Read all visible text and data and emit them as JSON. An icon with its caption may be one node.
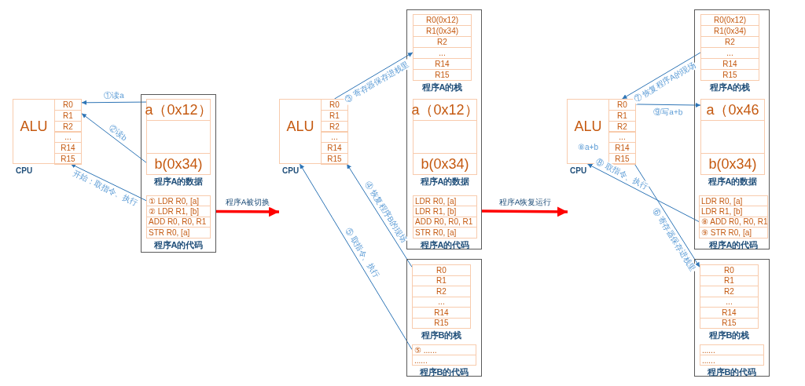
{
  "diagram": {
    "nodes": [
      {
        "text": [
          "ALU"
        ],
        "beside": [
          "CPU"
        ]
      },
      {
        "text": [
          "R0"
        ],
        "in": 0
      },
      {
        "text": [
          "R1"
        ],
        "in": 0
      },
      {
        "text": [
          "R2"
        ],
        "in": 0
      },
      {
        "text": [
          "..."
        ],
        "in": 0
      },
      {
        "text": [
          "R14"
        ],
        "in": 0
      },
      {
        "text": [
          "R15"
        ],
        "in": 0
      },
      {
        "text": [],
        "shape": "box"
      },
      {
        "text": [
          "程序A的数据"
        ],
        "in": 7
      },
      {
        "text": [
          "a（0x12）"
        ],
        "in": 8
      },
      {
        "text": [],
        "shape": "box",
        "in": 8
      },
      {
        "text": [
          "b(0x34)"
        ],
        "in": 8
      },
      {
        "text": [
          "程序A的代码"
        ],
        "in": 7
      },
      {
        "text": [
          "① LDR R0, [a]"
        ],
        "in": 12
      },
      {
        "text": [
          "② LDR R1, [b]"
        ],
        "in": 12
      },
      {
        "text": [
          "ADD R0, R0, R1"
        ],
        "in": 12
      },
      {
        "text": [
          "STR R0, [a]"
        ],
        "in": 12
      },
      {
        "text": [
          "ALU"
        ],
        "beside": [
          "CPU"
        ]
      },
      {
        "text": [
          "R0"
        ],
        "in": 17
      },
      {
        "text": [
          "R1"
        ],
        "in": 17
      },
      {
        "text": [
          "R2"
        ],
        "in": 17
      },
      {
        "text": [
          "..."
        ],
        "in": 17
      },
      {
        "text": [
          "R14"
        ],
        "in": 17
      },
      {
        "text": [
          "R15"
        ],
        "in": 17
      },
      {
        "text": [],
        "shape": "box"
      },
      {
        "text": [
          "程序A的栈"
        ],
        "in": 24
      },
      {
        "text": [
          "R0(0x12)"
        ],
        "in": 25
      },
      {
        "text": [
          "R1(0x34)"
        ],
        "in": 25
      },
      {
        "text": [
          "R2"
        ],
        "in": 25
      },
      {
        "text": [
          "..."
        ],
        "in": 25
      },
      {
        "text": [
          "R14"
        ],
        "in": 25
      },
      {
        "text": [
          "R15"
        ],
        "in": 25
      },
      {
        "text": [
          "程序A的数据"
        ],
        "in": 24
      },
      {
        "text": [
          "a（0x12）"
        ],
        "in": 32
      },
      {
        "text": [],
        "shape": "box",
        "in": 32
      },
      {
        "text": [
          "b(0x34)"
        ],
        "in": 32
      },
      {
        "text": [
          "程序A的代码"
        ],
        "in": 24
      },
      {
        "text": [
          "LDR R0, [a]"
        ],
        "in": 36
      },
      {
        "text": [
          "LDR R1, [b]"
        ],
        "in": 36
      },
      {
        "text": [
          "ADD R0, R0, R1"
        ],
        "in": 36
      },
      {
        "text": [
          "STR R0, [a]"
        ],
        "in": 36
      },
      {
        "text": [],
        "shape": "box"
      },
      {
        "text": [
          "程序B的栈"
        ],
        "in": 41
      },
      {
        "text": [
          "R0"
        ],
        "in": 42
      },
      {
        "text": [
          "R1"
        ],
        "in": 42
      },
      {
        "text": [
          "R2"
        ],
        "in": 42
      },
      {
        "text": [
          "..."
        ],
        "in": 42
      },
      {
        "text": [
          "R14"
        ],
        "in": 42
      },
      {
        "text": [
          "R15"
        ],
        "in": 42
      },
      {
        "text": [
          "程序B的代码"
        ],
        "in": 41
      },
      {
        "text": [
          "⑤ ......"
        ],
        "in": 49
      },
      {
        "text": [
          "......"
        ],
        "in": 49
      },
      {
        "text": [
          "ALU",
          "⑧a+b"
        ],
        "beside": [
          "CPU"
        ]
      },
      {
        "text": [
          "R0"
        ],
        "in": 52
      },
      {
        "text": [
          "R1"
        ],
        "in": 52
      },
      {
        "text": [
          "R2"
        ],
        "in": 52
      },
      {
        "text": [
          "..."
        ],
        "in": 52
      },
      {
        "text": [
          "R14"
        ],
        "in": 52
      },
      {
        "text": [
          "R15"
        ],
        "in": 52
      },
      {
        "text": [],
        "shape": "box"
      },
      {
        "text": [
          "程序A的栈"
        ],
        "in": 59
      },
      {
        "text": [
          "R0(0x12)"
        ],
        "in": 60
      },
      {
        "text": [
          "R1(0x34)"
        ],
        "in": 60
      },
      {
        "text": [
          "R2"
        ],
        "in": 60
      },
      {
        "text": [
          "..."
        ],
        "in": 60
      },
      {
        "text": [
          "R14"
        ],
        "in": 60
      },
      {
        "text": [
          "R15"
        ],
        "in": 60
      },
      {
        "text": [
          "程序A的数据"
        ],
        "in": 59
      },
      {
        "text": [
          "a（0x46"
        ],
        "in": 67
      },
      {
        "text": [],
        "shape": "box",
        "in": 67
      },
      {
        "text": [
          "b(0x34)"
        ],
        "in": 67
      },
      {
        "text": [
          "程序A的代码"
        ],
        "in": 59
      },
      {
        "text": [
          "LDR R0, [a]"
        ],
        "in": 71
      },
      {
        "text": [
          "LDR R1, [b]"
        ],
        "in": 71
      },
      {
        "text": [
          "⑧ ADD R0, R0, R1"
        ],
        "in": 71
      },
      {
        "text": [
          "⑨ STR R0, [a]"
        ],
        "in": 71
      },
      {
        "text": [],
        "shape": "box"
      },
      {
        "text": [
          "程序B的栈"
        ],
        "in": 76
      },
      {
        "text": [
          "R0"
        ],
        "in": 77
      },
      {
        "text": [
          "R1"
        ],
        "in": 77
      },
      {
        "text": [
          "R2"
        ],
        "in": 77
      },
      {
        "text": [
          "..."
        ],
        "in": 77
      },
      {
        "text": [
          "R14"
        ],
        "in": 77
      },
      {
        "text": [
          "R15"
        ],
        "in": 77
      },
      {
        "text": [
          "程序B的代码"
        ],
        "in": 76
      },
      {
        "text": [
          "......"
        ],
        "in": 84
      },
      {
        "text": [
          "......"
        ],
        "in": 84
      }
    ],
    "edges": [
      {
        "from": 9,
        "to": 1,
        "arrow": "to",
        "label": "①读a"
      },
      {
        "from": 11,
        "to": 2,
        "arrow": "to",
        "label": "②读b"
      },
      {
        "from": 13,
        "to": 6,
        "arrow": "to",
        "label": "开始：取指令、执行"
      },
      {
        "from": 7,
        "to": null,
        "arrow": "to",
        "label": "程序A被切换",
        "style": "thick",
        "color": "#ff0000"
      },
      {
        "from": 18,
        "to": 29,
        "arrow": "to",
        "label": "③ 寄存器保存进栈里"
      },
      {
        "from": 43,
        "to": 23,
        "arrow": "to",
        "label": "④ 恢复程序B的现场"
      },
      {
        "from": 50,
        "to": 17,
        "arrow": "to",
        "label": "⑤ 取指令、执行"
      },
      {
        "from": 24,
        "to": null,
        "arrow": "to",
        "label": "程序A恢复运行",
        "style": "thick",
        "color": "#ff0000"
      },
      {
        "from": 64,
        "to": 53,
        "arrow": "to",
        "label": "⑦ 恢复程序A的现场"
      },
      {
        "from": 53,
        "to": 68,
        "arrow": "to",
        "label": "⑨写a+b"
      },
      {
        "from": 74,
        "to": 52,
        "arrow": "to",
        "label": "⑧ 取指令、执行"
      },
      {
        "from": 58,
        "to": 78,
        "arrow": "to",
        "label": "⑥ 寄存器保存进栈里"
      }
    ]
  }
}
